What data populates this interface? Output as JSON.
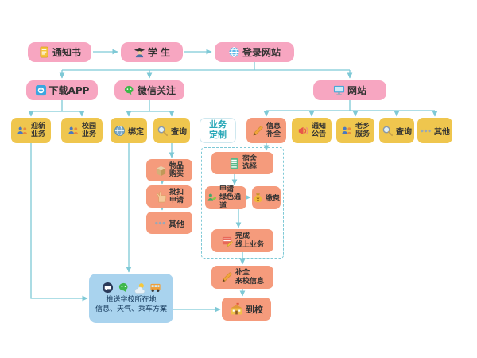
{
  "colors": {
    "pink": "#f7a6c1",
    "yellow": "#efc64e",
    "orange": "#f59b7c",
    "blue_panel": "#a9d3ee",
    "arrow": "#7ec9d6",
    "teal_text": "#2aa8b8",
    "text_dark": "#333333"
  },
  "nodes": {
    "notice": {
      "label": "通知书"
    },
    "student": {
      "label": "学 生"
    },
    "login": {
      "label": "登录网站"
    },
    "app": {
      "label": "下载APP"
    },
    "wechat_follow": {
      "label": "微信关注"
    },
    "site": {
      "label": "网站"
    },
    "welcome": {
      "line1": "迎新",
      "line2": "业务"
    },
    "campus": {
      "line1": "校园",
      "line2": "业务"
    },
    "bind": {
      "label": "绑定"
    },
    "query_wechat": {
      "label": "查询"
    },
    "biz_custom": {
      "line1": "业务",
      "line2": "定制"
    },
    "info_complete": {
      "line1": "信息",
      "line2": "补全"
    },
    "notices": {
      "line1": "通知",
      "line2": "公告"
    },
    "hometown": {
      "line1": "老乡",
      "line2": "服务"
    },
    "query_site": {
      "label": "查询"
    },
    "other_site": {
      "label": "其他"
    },
    "purchase": {
      "line1": "物品",
      "line2": "购买"
    },
    "deduction": {
      "line1": "批扣",
      "line2": "申请"
    },
    "other_wechat": {
      "label": "其他"
    },
    "dorm": {
      "line1": "宿舍",
      "line2": "选择"
    },
    "green_channel": {
      "line1": "申请",
      "line2": "绿色通道"
    },
    "pay": {
      "label": "缴费"
    },
    "online_done": {
      "line1": "完成",
      "line2": "线上业务"
    },
    "arrival_info": {
      "line1": "补全",
      "line2": "来校信息"
    },
    "arrive": {
      "label": "到校"
    },
    "push": {
      "line1": "推送学校所在地",
      "line2": "信息、天气、乘车方案"
    }
  },
  "icons": {
    "document-icon": "doc",
    "student-icon": "student",
    "globe-icon": "globe",
    "app-icon": "app",
    "wechat-icon": "wechat",
    "monitor-icon": "monitor",
    "people-icon": "people",
    "magnifier-icon": "magnifier",
    "pencil-icon": "pencil",
    "megaphone-icon": "megaphone",
    "ellipsis-icon": "dots",
    "package-icon": "box",
    "hand-icon": "hand",
    "bunk-bed-icon": "bunkbed",
    "green-channel-icon": "greenpass",
    "money-bag-icon": "moneybag",
    "document-pen-icon": "penbook",
    "school-icon": "school",
    "chat-icon": "chat",
    "weather-icon": "weather",
    "bus-icon": "bus"
  }
}
